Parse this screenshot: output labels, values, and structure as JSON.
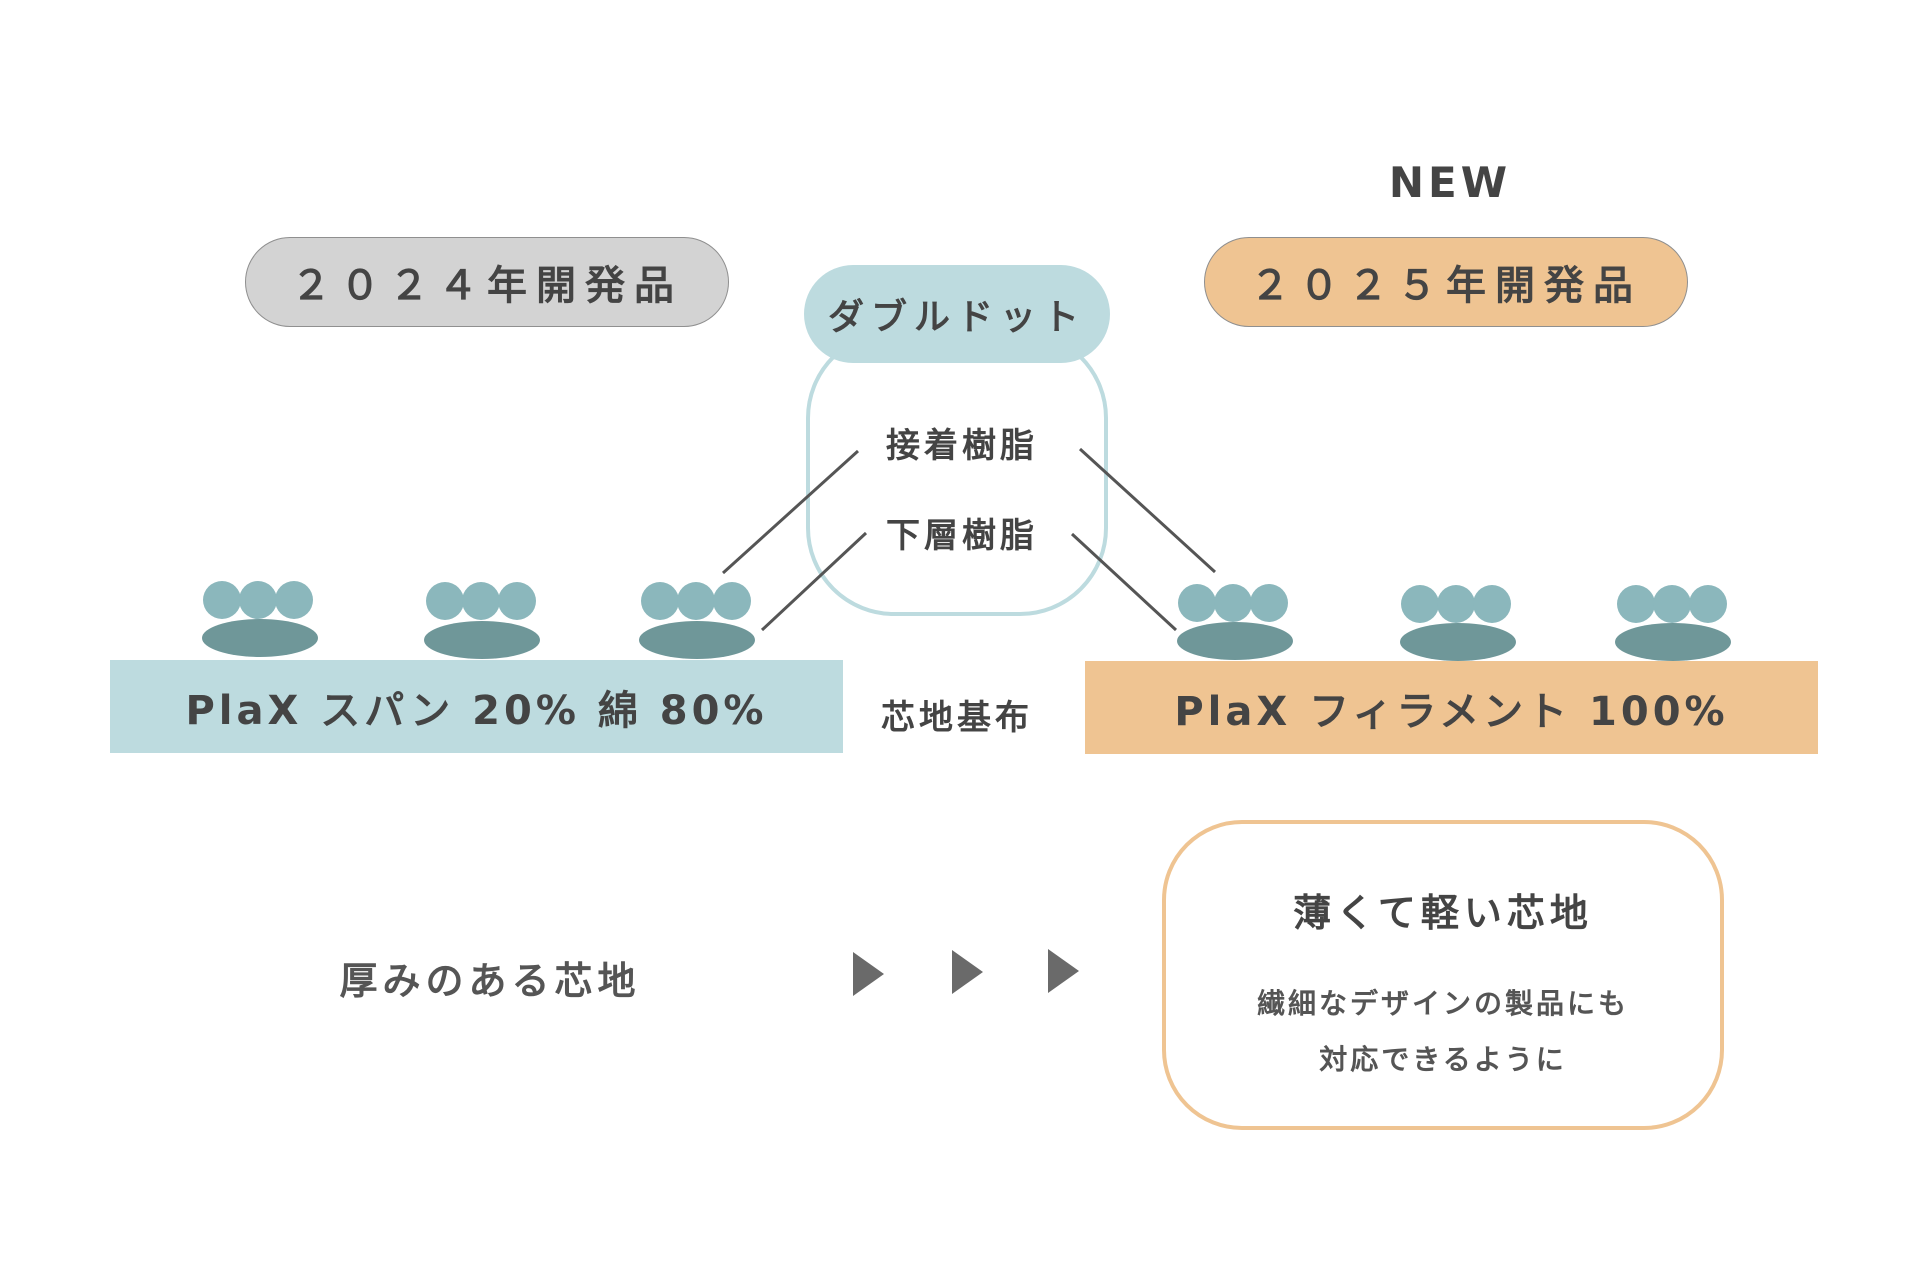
{
  "new_label": "NEW",
  "old_product": {
    "label": "２０２４年開発品",
    "color": "#d3d3d3"
  },
  "new_product": {
    "label": "２０２５年開発品",
    "color": "#efc492"
  },
  "double_dot": {
    "title": "ダブルドット",
    "layers": [
      "接着樹脂",
      "下層樹脂"
    ],
    "color": "#bddbdf"
  },
  "base_fabric": {
    "label": "芯地基布",
    "old": "PlaX スパン 20% 綿 80%",
    "new": "PlaX フィラメント 100%"
  },
  "comparison": {
    "before": "厚みのある芯地",
    "after_title": "薄くて軽い芯地",
    "after_desc_line1": "繊細なデザインの製品にも",
    "after_desc_line2": "対応できるように"
  },
  "colors": {
    "dot_top": "#8bb7bc",
    "dot_bottom": "#6f9799",
    "arrow": "#6a6a6a",
    "leader_line": "#555555"
  }
}
